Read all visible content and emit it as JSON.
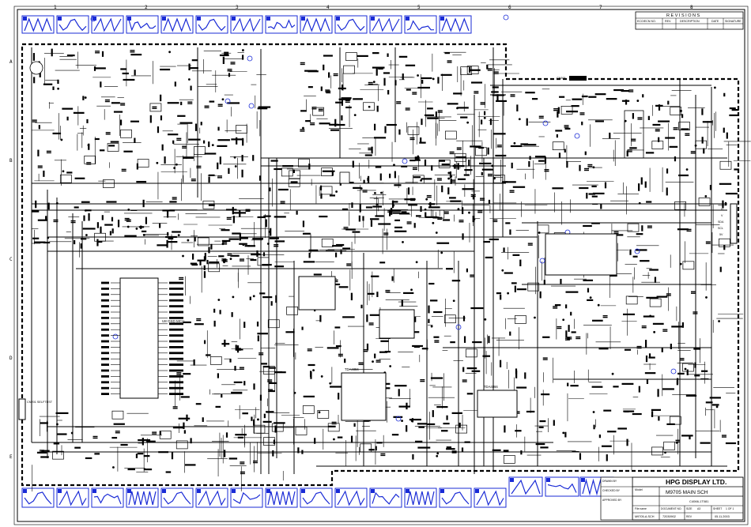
{
  "revisions": {
    "title": "R E V I S I O N S",
    "headers": [
      "ECO/ECN NO.",
      "REV.",
      "DESCRIPTION",
      "DATE",
      "SIGNATURE"
    ]
  },
  "title_block": {
    "company": "HPG DISPLAY LTD.",
    "drawing_title": "M9705 MAIN SCH",
    "model_label": "Model",
    "drawn_by_label": "DRAWN BY",
    "checked_by_label": "CHECKED BY",
    "approved_by_label": "APPROVED BY",
    "file_name_label": "File name",
    "document_label": "DOCUMENT NO.",
    "size_label": "SIZE",
    "sheet_label": "SHEET",
    "rev_label": "REV",
    "model_code": "C4066-1T081",
    "file_name": "M9705-A.SCH",
    "document_no": "72030902",
    "date": "05.11.2003",
    "size_value": "A3",
    "sheet_value": "1 OF 1"
  },
  "column_markers": [
    "1",
    "2",
    "3",
    "4",
    "5",
    "6",
    "7",
    "8"
  ],
  "row_markers": [
    "A",
    "B",
    "C",
    "D",
    "E"
  ],
  "labels": {
    "ic_main": "U8 OSD MCU",
    "ic_video": "TDA4856",
    "ic_right": "TDA4866",
    "connector_left": "CN201 SELFTEST",
    "connector_top": "CN501",
    "right_pins": [
      "H",
      "V",
      "SDA",
      "SCL",
      "5V"
    ]
  },
  "icons": [
    "waveform-icon"
  ],
  "colors": {
    "waveform": "#1a2bd6",
    "ink": "#000000",
    "paper": "#ffffff"
  }
}
